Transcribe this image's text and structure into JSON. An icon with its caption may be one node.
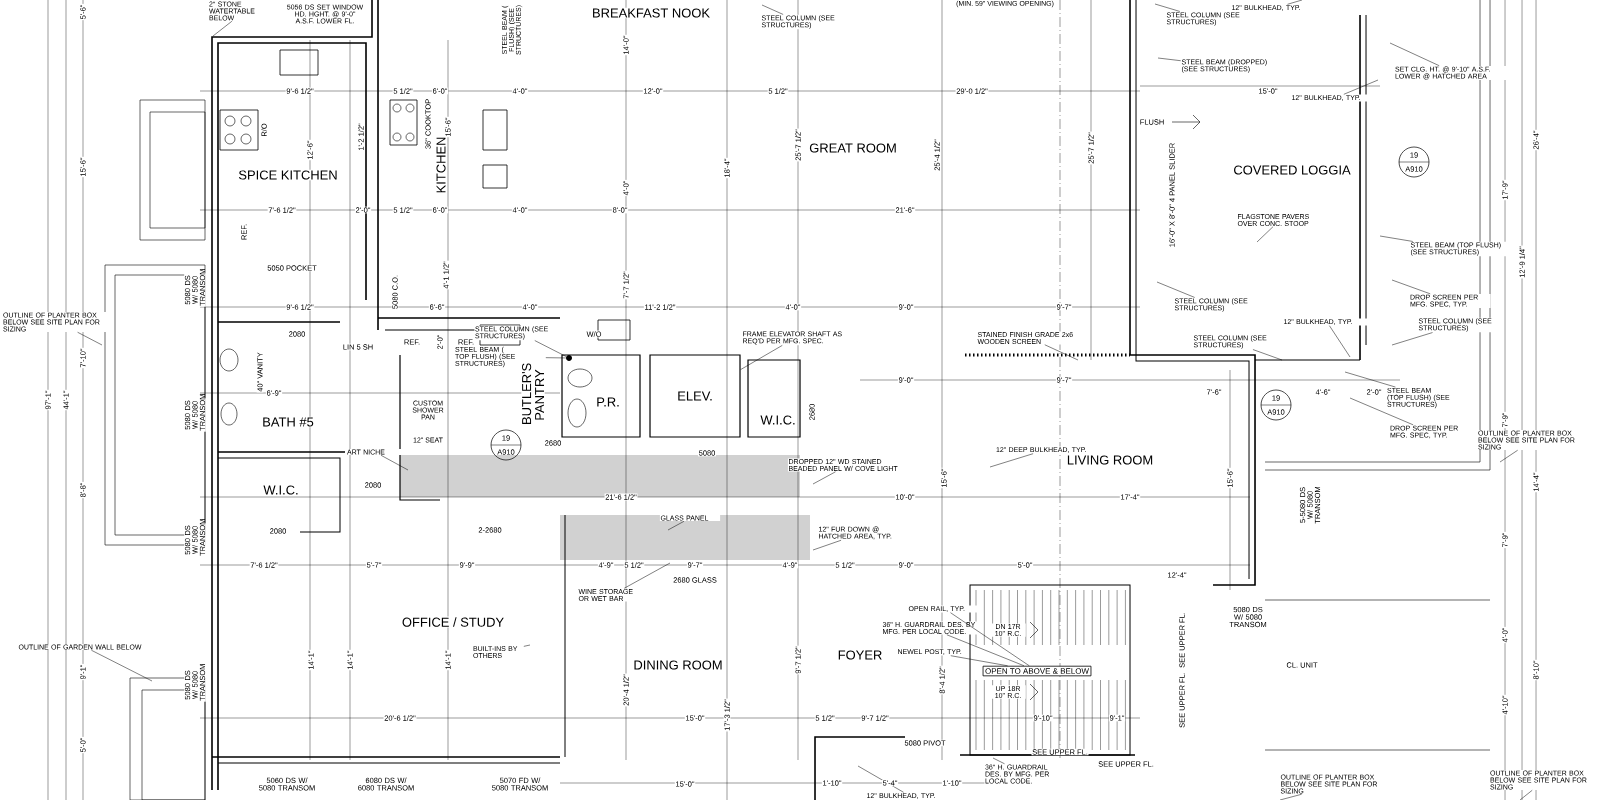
{
  "diagram": {
    "nodes": [
      {
        "text": [
          "2\" STONE WATERTABLE BELOW"
        ]
      },
      {
        "text": [
          "STEEL COLUMN (SEE STRUCTURES)"
        ]
      },
      {
        "text": [
          "STEEL COLUMN (SEE STRUCTURES)"
        ]
      },
      {
        "text": [
          "12\" BULKHEAD, TYP."
        ]
      },
      {
        "text": [
          "STEEL BEAM (DROPPED) (SEE STRUCTURES)"
        ]
      },
      {
        "text": [
          "SET CLG. HT. @ 9'-10\" A.S.F. LOWER @ HATCHED AREA"
        ]
      },
      {
        "text": [
          "12\" BULKHEAD, TYP."
        ]
      },
      {
        "text": [
          "19",
          "A910"
        ]
      },
      {
        "text": [
          "FLAGSTONE PAVERS OVER CONC. STOOP"
        ]
      },
      {
        "text": [
          "STEEL BEAM (TOP FLUSH) (SEE STRUCTURES)"
        ]
      },
      {
        "text": [
          "DROP SCREEN PER MFG. SPEC, TYP."
        ]
      },
      {
        "text": [
          "STEEL COLUMN (SEE STRUCTURES)"
        ]
      },
      {
        "text": [
          "STEEL COLUMN (SEE STRUCTURES)"
        ]
      },
      {
        "text": [
          "STEEL COLUMN (SEE STRUCTURES)"
        ]
      },
      {
        "text": [
          "12\" BULKHEAD, TYP."
        ]
      },
      {
        "text": [
          "STEEL COLUMN (SEE STRUCTURES)"
        ]
      },
      {
        "text": [
          "STEEL BEAM ( TOP FLUSH) (SEE STRUCTURES)"
        ]
      },
      {
        "text": [
          "FRAME ELEVATOR SHAFT AS REQ'D PER MFG. SPEC."
        ]
      },
      {
        "text": [
          "STAINED FINISH GRADE 2x6 WOODEN SCREEN"
        ]
      },
      {
        "text": [
          "19",
          "A910"
        ]
      },
      {
        "text": [
          "STEEL BEAM (TOP FLUSH) (SEE STRUCTURES)"
        ]
      },
      {
        "text": [
          "DROP SCREEN PER MFG. SPEC, TYP."
        ]
      },
      {
        "text": [
          "OUTLINE OF PLANTER BOX BELOW SEE SITE PLAN FOR SIZING"
        ]
      },
      {
        "text": [
          "19",
          "A910"
        ]
      },
      {
        "text": [
          "ART NICHE"
        ]
      },
      {
        "text": [
          "12\" DEEP BULKHEAD, TYP."
        ]
      },
      {
        "text": [
          "DROPPED 12\" WD STAINED BEADED PANEL W/ COVE LIGHT"
        ]
      },
      {
        "text": [
          "OUTLINE OF PLANTER BOX BELOW SEE SITE PLAN FOR SIZING"
        ]
      },
      {
        "text": [
          "GLASS PANEL"
        ]
      },
      {
        "text": [
          "12\" FUR DOWN @ HATCHED AREA, TYP."
        ]
      },
      {
        "text": [
          "WINE STORAGE OR WET BAR"
        ]
      },
      {
        "text": [
          "OPEN RAIL, TYP."
        ]
      },
      {
        "text": [
          "36\" H. GUARDRAIL DES. BY MFG. PER LOCAL CODE."
        ]
      },
      {
        "text": [
          "OUTLINE OF GARDEN WALL BELOW"
        ]
      },
      {
        "text": [
          "BUILT-INS BY OTHERS"
        ]
      },
      {
        "text": [
          "NEWEL POST, TYP."
        ]
      },
      {
        "text": [
          "36\" H. GUARDRAIL DES. BY MFG. PER LOCAL CODE."
        ]
      },
      {
        "text": [
          "12\" BULKHEAD, TYP."
        ]
      },
      {
        "text": [
          "OUTLINE OF PLANTER BOX BELOW SEE SITE PLAN FOR SIZING"
        ]
      },
      {
        "text": [
          "OUTLINE OF PLANTER BOX BELOW SEE SITE PLAN FOR SIZING"
        ]
      },
      {
        "text": [
          "ELEV."
        ]
      },
      {
        "text": [
          "OPEN TO ABOVE & BELOW"
        ]
      },
      {
        "text": [],
        "shape": "circle"
      }
    ],
    "edges": [
      {
        "from": 0,
        "to": null,
        "arrow": "none"
      },
      {
        "from": 1,
        "to": null,
        "arrow": "none"
      },
      {
        "from": 2,
        "to": null,
        "arrow": "none"
      },
      {
        "from": 3,
        "to": null,
        "arrow": "none"
      },
      {
        "from": 4,
        "to": null,
        "arrow": "none"
      },
      {
        "from": 5,
        "to": null,
        "arrow": "none"
      },
      {
        "from": 6,
        "to": null,
        "arrow": "none"
      },
      {
        "from": 8,
        "to": null,
        "arrow": "none"
      },
      {
        "from": 9,
        "to": null,
        "arrow": "none"
      },
      {
        "from": 10,
        "to": null,
        "arrow": "none"
      },
      {
        "from": 11,
        "to": null,
        "arrow": "none"
      },
      {
        "from": 12,
        "to": null,
        "arrow": "none"
      },
      {
        "from": 13,
        "to": null,
        "arrow": "none"
      },
      {
        "from": 14,
        "to": null,
        "arrow": "none"
      },
      {
        "from": 15,
        "to": 42,
        "arrow": "none"
      },
      {
        "from": 16,
        "to": 42,
        "arrow": "none"
      },
      {
        "from": 17,
        "to": 40,
        "arrow": "none"
      },
      {
        "from": 18,
        "to": null,
        "arrow": "none"
      },
      {
        "from": 20,
        "to": null,
        "arrow": "none"
      },
      {
        "from": 21,
        "to": null,
        "arrow": "none"
      },
      {
        "from": 22,
        "to": null,
        "arrow": "none"
      },
      {
        "from": 24,
        "to": null,
        "arrow": "none"
      },
      {
        "from": 25,
        "to": null,
        "arrow": "none"
      },
      {
        "from": 26,
        "to": null,
        "arrow": "none"
      },
      {
        "from": 27,
        "to": null,
        "arrow": "none"
      },
      {
        "from": 28,
        "to": null,
        "arrow": "none"
      },
      {
        "from": 29,
        "to": null,
        "arrow": "none"
      },
      {
        "from": 30,
        "to": null,
        "arrow": "none"
      },
      {
        "from": 31,
        "to": 41,
        "arrow": "none"
      },
      {
        "from": 32,
        "to": 41,
        "arrow": "none"
      },
      {
        "from": 33,
        "to": null,
        "arrow": "none"
      },
      {
        "from": 34,
        "to": null,
        "arrow": "none"
      },
      {
        "from": 35,
        "to": 41,
        "arrow": "none"
      },
      {
        "from": 36,
        "to": null,
        "arrow": "none"
      },
      {
        "from": 37,
        "to": null,
        "arrow": "none"
      },
      {
        "from": 38,
        "to": null,
        "arrow": "none"
      },
      {
        "from": 39,
        "to": null,
        "arrow": "none"
      }
    ],
    "labels": [
      "5'-6\"",
      "5056 DS SET WINDOW HD. HGHT. @ 9'-0\" A.S.F. LOWER FL.",
      "BREAKFAST NOOK",
      "(MIN. 59\" VIEWING OPENING)",
      "STEEL BEAM ( FLUSH) (SEE STRUCTURES)",
      "9'-6 1/2\"",
      "5 1/2\"",
      "6'-0\"",
      "4'-0\"",
      "12'-0\"",
      "5 1/2\"",
      "29'-0 1/2\"",
      "15'-0\"",
      "14'-0\"",
      "R/O",
      "12'-6\"",
      "1'-2 1/2\"",
      "36\" COOKTOP",
      "15'-6\"",
      "KITCHEN",
      "SPICE KITCHEN",
      "15'-6\"",
      "18'-4\"",
      "25'-7 1/2\"",
      "GREAT ROOM",
      "25'-4 1/2\"",
      "25'-7 1/2\"",
      "FLUSH",
      "COVERED LOGGIA",
      "16'-0\" X 8'-0\" 4 PANEL SLIDER",
      "26'-4\"",
      "7'-6 1/2\"",
      "2'-0\"",
      "5 1/2\"",
      "6'-0\"",
      "4'-0\"",
      "8'-0\"",
      "4'-0\"",
      "21'-6\"",
      "REF.",
      "17'-9\"",
      "12'-9 1/4\"",
      "5050 POCKET",
      "5080 C.O.",
      "4'-1 1/2\"",
      "7'-7 1/2\"",
      "5080 DS W/ 5080 TRANSOM",
      "9'-6 1/2\"",
      "6'-6\"",
      "4'-0\"",
      "11'-2 1/2\"",
      "4'-0\"",
      "9'-0\"",
      "9'-7\"",
      "2080",
      "LIN 5 SH",
      "REF.",
      "2'-0\"",
      "REF.",
      "W/O",
      "7'-10\"",
      "97'-1\"",
      "44'-1\"",
      "40\" VANITY",
      "6'-9\"",
      "BATH #5",
      "BUTLER'S PANTRY",
      "P.R.",
      "W.I.C.",
      "CUSTOM SHOWER PAN",
      "12\" SEAT",
      "5080 DS W/ 5080 TRANSOM",
      "9'-0\"",
      "9'-7\"",
      "7'-6\"",
      "4'-6\"",
      "2'-0\"",
      "5080",
      "2680",
      "2680",
      "7'-9\"",
      "LIVING ROOM",
      "8'-8\"",
      "W.I.C.",
      "2080",
      "21'-6 1/2\"",
      "10'-0\"",
      "17'-4\"",
      "15'-6\"",
      "15'-6\"",
      "14'-4\"",
      "5-5080 DS W/ 5080 TRANSOM",
      "2080",
      "2-2680",
      "5080 DS W/ 5080 TRANSOM",
      "7'-9\"",
      "7'-6 1/2\"",
      "5'-7\"",
      "9'-9\"",
      "4'-9\"",
      "5 1/2\"",
      "9'-7\"",
      "4'-9\"",
      "5 1/2\"",
      "9'-0\"",
      "5'-0\"",
      "12'-4\"",
      "2680 GLASS",
      "OFFICE / STUDY",
      "5080 DS W/ 5080 TRANSOM",
      "DN 17R 10\" R.C.",
      "4'-0\"",
      "SEE UPPER FL.",
      "9'-1\"",
      "14'-1\"",
      "14'-1\"",
      "14'-1\"",
      "DINING ROOM",
      "FOYER",
      "CL. UNIT",
      "8'-10\"",
      "20'-4 1/2\"",
      "9'-7 1/2\"",
      "8'-4 1/2\"",
      "UP 18R 10\" R.C.",
      "SEE UPPER FL.",
      "4'-10\"",
      "5080 DS W/ 5080 TRANSOM",
      "17'-3 1/2\"",
      "20'-6 1/2\"",
      "15'-0\"",
      "5 1/2\"",
      "9'-7 1/2\"",
      "9'-10\"",
      "9'-1\"",
      "5080 PIVOT",
      "5'-0\"",
      "SEE UPPER FL.",
      "SEE UPPER FL.",
      "5060 DS W/ 5080 TRANSOM",
      "6080 DS W/ 6080 TRANSOM",
      "5070 FD W/ 5080 TRANSOM",
      "15'-0\"",
      "1'-10\"",
      "5'-4\"",
      "1'-10\""
    ]
  }
}
